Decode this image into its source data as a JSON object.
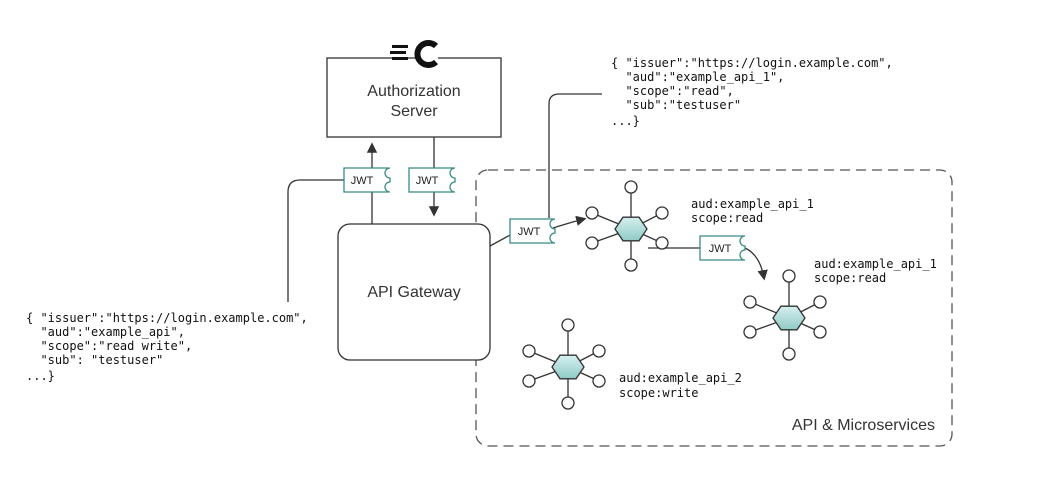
{
  "auth_server": {
    "line1": "Authorization",
    "line2": "Server"
  },
  "api_gateway": {
    "label": "API Gateway"
  },
  "region": {
    "label": "API & Microservices"
  },
  "jwt_label": "JWT",
  "token_gateway": [
    "{ \"issuer\":\"https://login.example.com\",",
    "  \"aud\":\"example_api\",",
    "  \"scope\":\"read write\",",
    "  \"sub\": \"testuser\"",
    "...}"
  ],
  "token_service": [
    "{ \"issuer\":\"https://login.example.com\",",
    "  \"aud\":\"example_api_1\",",
    "  \"scope\":\"read\",",
    "  \"sub\":\"testuser\"",
    "...}"
  ],
  "services": [
    {
      "aud": "aud:example_api_1",
      "scope": "scope:read"
    },
    {
      "aud": "aud:example_api_1",
      "scope": "scope:read"
    },
    {
      "aud": "aud:example_api_2",
      "scope": "scope:write"
    }
  ],
  "colors": {
    "hex_fill": "#a8d8d6",
    "hex_stroke": "#2f6f6b",
    "jwt_stroke": "#3a8c86",
    "line": "#333333"
  }
}
